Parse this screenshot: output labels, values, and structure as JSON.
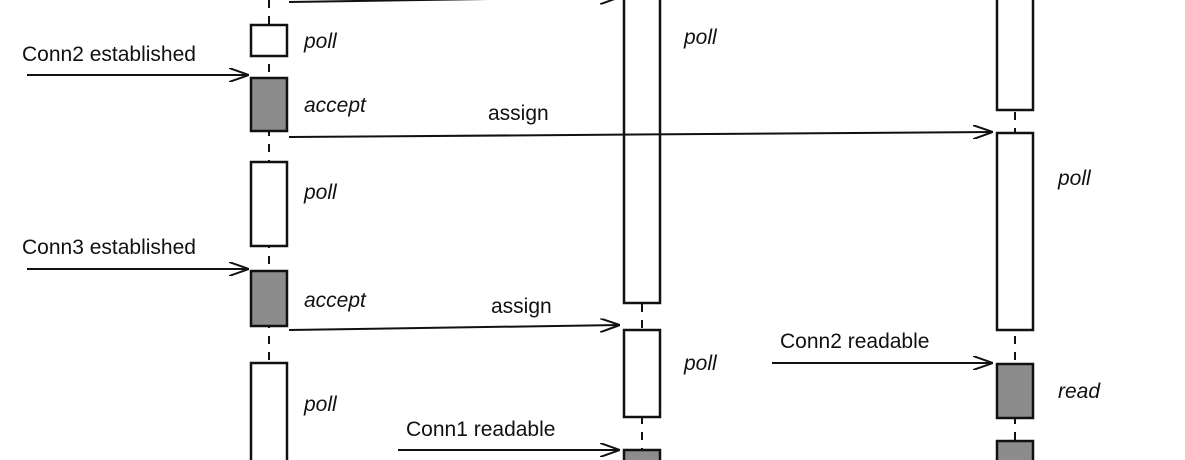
{
  "labels": {
    "conn2_established": "Conn2 established",
    "conn3_established": "Conn3 established",
    "conn2_readable": "Conn2 readable",
    "conn1_readable": "Conn1 readable",
    "assign_1": "assign",
    "assign_2": "assign",
    "poll_main_1": "poll",
    "accept_1": "accept",
    "poll_main_2": "poll",
    "accept_2": "accept",
    "poll_main_3": "poll",
    "poll_w1_1": "poll",
    "poll_w1_2": "poll",
    "poll_w2_1": "poll",
    "read_w2": "read"
  },
  "colors": {
    "idle_box": "#ffffff",
    "active_box": "#8c8c8c",
    "stroke": "#111111"
  }
}
